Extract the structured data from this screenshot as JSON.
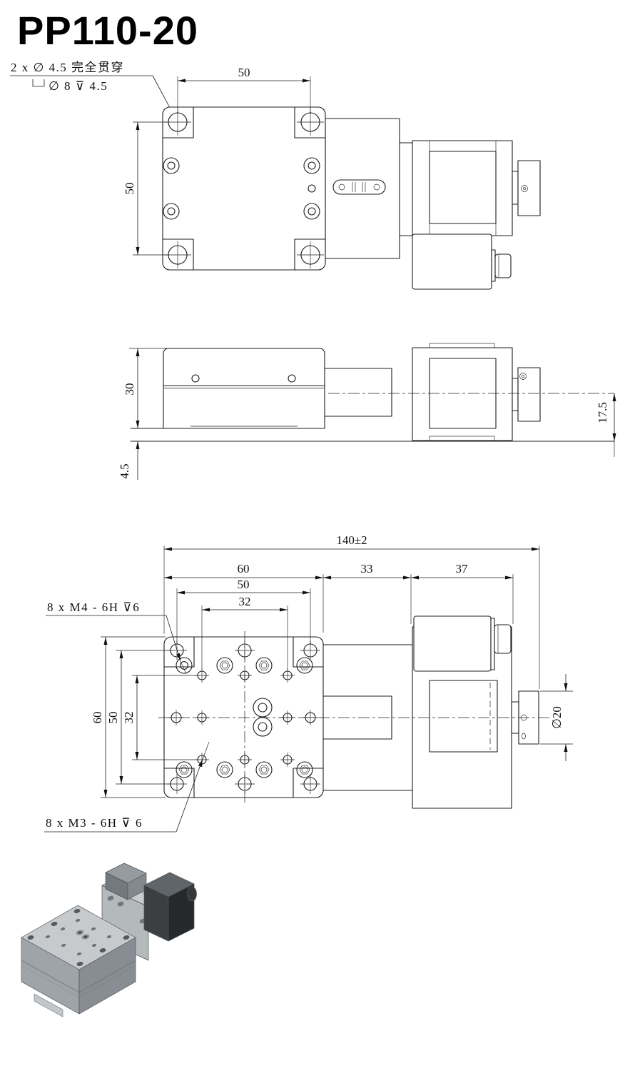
{
  "title": "PP110-20",
  "colors": {
    "line": "#1c1c1c",
    "background": "#ffffff",
    "iso_top": "#c6cacd",
    "iso_left": "#9fa4a9",
    "iso_right": "#878d92",
    "iso_motor_dark": "#2a2d2f"
  },
  "callouts": {
    "counterbore_line1": "2 x ∅ 4.5 完全贯穿",
    "counterbore_line2": "∅ 8 ⊽ 4.5",
    "m4": "8 x  M4 - 6H ⊽6",
    "m3": "8 x  M3 - 6H ⊽ 6"
  },
  "top_view": {
    "dim_hole_span_h": "50",
    "dim_hole_span_v": "50"
  },
  "side_view": {
    "dim_body_height": "30",
    "dim_base_thickness": "4.5",
    "dim_axis_height": "17.5"
  },
  "bottom_view": {
    "dim_overall": "140±2",
    "dim_table": "60",
    "dim_mid": "33",
    "dim_motor": "37",
    "dim_span50": "50",
    "dim_span32": "32",
    "dim_v60": "60",
    "dim_v50": "50",
    "dim_v32": "32",
    "dim_knob_dia": "∅20"
  }
}
